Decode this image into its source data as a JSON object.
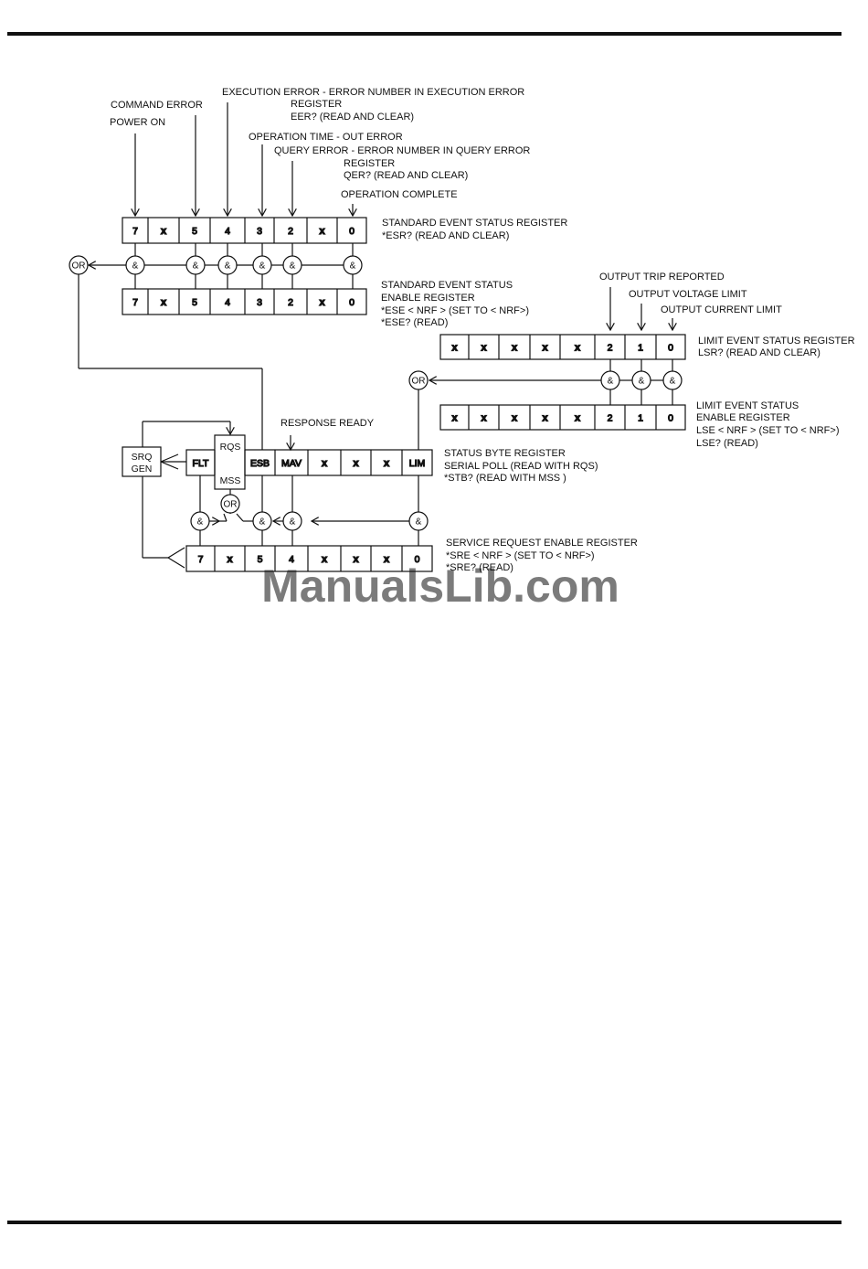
{
  "watermark": "ManualsLib.com",
  "gate_labels": {
    "and": "&",
    "or": "OR"
  },
  "std_event": {
    "labels": {
      "command_error": "COMMAND ERROR",
      "power_on": "POWER ON",
      "execution_error_1": "EXECUTION ERROR - ERROR NUMBER IN EXECUTION ERROR",
      "execution_error_2": "REGISTER",
      "execution_error_3": "EER? (READ AND CLEAR)",
      "operation_timeout": "OPERATION TIME - OUT ERROR",
      "query_error_1": "QUERY ERROR - ERROR NUMBER IN QUERY ERROR",
      "query_error_2": "REGISTER",
      "query_error_3": "QER? (READ AND CLEAR)",
      "operation_complete": "OPERATION COMPLETE"
    },
    "status_register": {
      "name": "STANDARD EVENT STATUS REGISTER",
      "query": "*ESR? (READ AND CLEAR)",
      "bits": [
        "7",
        "X",
        "5",
        "4",
        "3",
        "2",
        "X",
        "0"
      ]
    },
    "enable_register": {
      "name_1": "STANDARD EVENT STATUS",
      "name_2": "ENABLE REGISTER",
      "set": "*ESE  < NRF > (SET TO < NRF>)",
      "read": "*ESE? (READ)",
      "bits": [
        "7",
        "X",
        "5",
        "4",
        "3",
        "2",
        "X",
        "0"
      ]
    }
  },
  "limit_event": {
    "labels": {
      "output_trip": "OUTPUT TRIP REPORTED",
      "output_voltage": "OUTPUT VOLTAGE LIMIT",
      "output_current": "OUTPUT CURRENT LIMIT"
    },
    "status_register": {
      "name": "LIMIT EVENT STATUS REGISTER",
      "query": "LSR? (READ AND CLEAR)",
      "bits": [
        "X",
        "X",
        "X",
        "X",
        "X",
        "2",
        "1",
        "0"
      ]
    },
    "enable_register": {
      "name_1": "LIMIT EVENT STATUS",
      "name_2": "ENABLE REGISTER",
      "set": "LSE  < NRF > (SET TO < NRF>)",
      "read": "LSE? (READ)",
      "bits": [
        "X",
        "X",
        "X",
        "X",
        "X",
        "2",
        "1",
        "0"
      ]
    }
  },
  "status_byte": {
    "name": "STATUS BYTE REGISTER",
    "serial_poll": "SERIAL POLL (READ WITH RQS)",
    "stb": "*STB?  (READ WITH MSS )",
    "response_ready": "RESPONSE READY",
    "srq_gen_1": "SRQ",
    "srq_gen_2": "GEN",
    "rqs": "RQS",
    "mss": "MSS",
    "bits": [
      "FLT",
      "",
      "ESB",
      "MAV",
      "X",
      "X",
      "X",
      "LIM"
    ]
  },
  "service_request": {
    "name": "SERVICE REQUEST ENABLE REGISTER",
    "set": "*SRE  < NRF > (SET TO < NRF>)",
    "read": "*SRE? (READ)",
    "bits": [
      "7",
      "X",
      "5",
      "4",
      "X",
      "X",
      "X",
      "0"
    ]
  }
}
